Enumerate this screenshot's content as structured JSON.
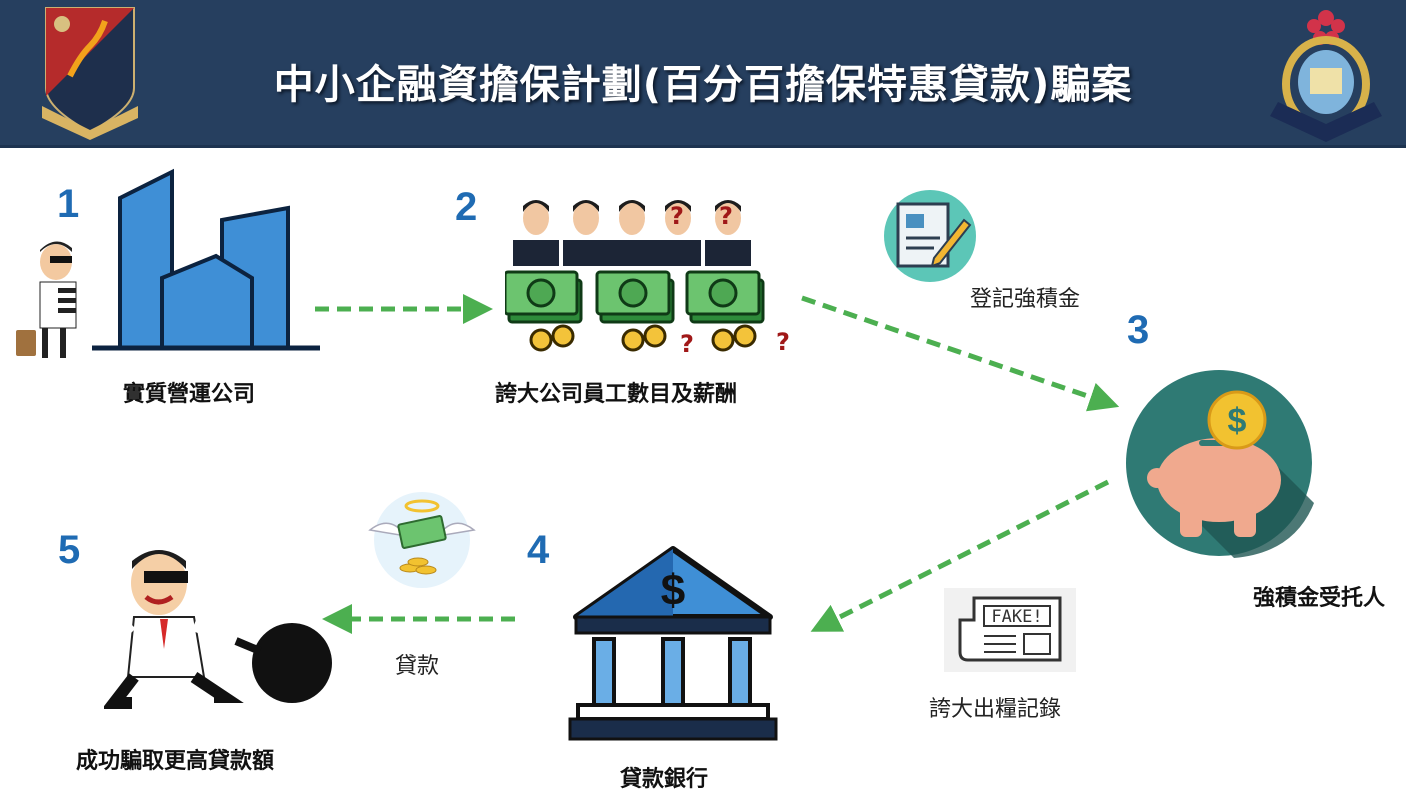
{
  "header": {
    "title": "中小企融資擔保計劃(百分百擔保特惠貸款)騙案"
  },
  "steps": [
    {
      "number": "1",
      "label": "實質營運公司"
    },
    {
      "number": "2",
      "label": "誇大公司員工數目及薪酬"
    },
    {
      "number": "3",
      "label": "強積金受托人"
    },
    {
      "number": "4",
      "label": "貸款銀行"
    },
    {
      "number": "5",
      "label": "成功騙取更高貸款額"
    }
  ],
  "annotations": {
    "mpf_register": "登記強積金",
    "fake_payroll": "誇大出糧記錄",
    "loan": "貸款",
    "fake_badge": "FAKE!",
    "dollar": "$",
    "question": "?"
  },
  "colors": {
    "header": "#263f5f",
    "step_number": "#1f6bb3",
    "arrow": "#4caf50"
  }
}
